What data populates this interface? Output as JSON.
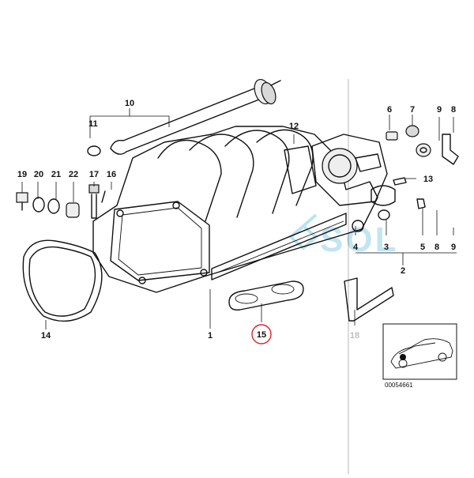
{
  "diagram": {
    "callouts": [
      "1",
      "2",
      "3",
      "4",
      "5",
      "6",
      "7",
      "8",
      "9",
      "10",
      "11",
      "12",
      "13",
      "14",
      "15",
      "16",
      "17",
      "18",
      "19",
      "20",
      "21",
      "22"
    ],
    "row_labels": [
      "4",
      "3",
      "5",
      "8",
      "9"
    ],
    "highlighted_callout": "15",
    "highlight_color": "#e0242b",
    "faded_callout": "18",
    "inset_code": "00054661",
    "watermark": "SOL"
  }
}
